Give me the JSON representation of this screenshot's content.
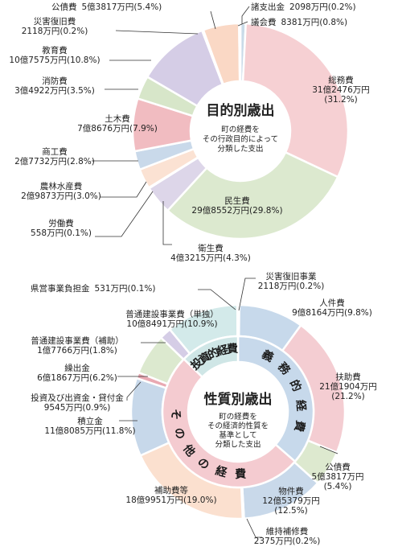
{
  "chart_data": [
    {
      "type": "pie",
      "title": "目的別歳出",
      "subtitle": [
        "町の経費を",
        "その行政目的によって",
        "分類した支出"
      ],
      "slices": [
        {
          "name": "議会費",
          "value_text": "8381万円",
          "pct_text": "(0.8%)",
          "percent": 0.8,
          "color": "#c9dbe8"
        },
        {
          "name": "総務費",
          "value_text": "31億2476万円",
          "pct_text": "(31.2%)",
          "percent": 31.2,
          "color": "#f6d0d3"
        },
        {
          "name": "民生費",
          "value_text": "29億8552万円",
          "pct_text": "(29.8%)",
          "percent": 29.8,
          "color": "#dce9cf"
        },
        {
          "name": "衛生費",
          "value_text": "4億3215万円",
          "pct_text": "(4.3%)",
          "percent": 4.3,
          "color": "#ddd6e9"
        },
        {
          "name": "労働費",
          "value_text": "558万円",
          "pct_text": "(0.1%)",
          "percent": 0.1,
          "color": "#f7d9c4"
        },
        {
          "name": "農林水産費",
          "value_text": "2億9873万円",
          "pct_text": "(3.0%)",
          "percent": 3.0,
          "color": "#fbe2d3"
        },
        {
          "name": "商工費",
          "value_text": "2億7732万円",
          "pct_text": "(2.8%)",
          "percent": 2.8,
          "color": "#c9d9ea"
        },
        {
          "name": "土木費",
          "value_text": "7億8676万円",
          "pct_text": "(7.9%)",
          "percent": 7.9,
          "color": "#f1bcc1"
        },
        {
          "name": "消防費",
          "value_text": "3億4922万円",
          "pct_text": "(3.5%)",
          "percent": 3.5,
          "color": "#d7e6c9"
        },
        {
          "name": "教育費",
          "value_text": "10億7575万円",
          "pct_text": "(10.8%)",
          "percent": 10.8,
          "color": "#d5cde6"
        },
        {
          "name": "災害復旧費",
          "value_text": "2118万円",
          "pct_text": "(0.2%)",
          "percent": 0.2,
          "color": "#e3e0ea"
        },
        {
          "name": "公債費",
          "value_text": "5億3817万円",
          "pct_text": "(5.4%)",
          "percent": 5.4,
          "color": "#fad8c5"
        },
        {
          "name": "諸支出金",
          "value_text": "2098万円",
          "pct_text": "(0.2%)",
          "percent": 0.2,
          "color": "#c5dae9"
        }
      ]
    },
    {
      "type": "pie",
      "title": "性質別歳出",
      "subtitle": [
        "町の経費を",
        "その経済的性質を",
        "基準として",
        "分類した支出"
      ],
      "inner_ring": [
        {
          "name": "義務的経費",
          "percent": 36.4,
          "color": "#c7d9eb"
        },
        {
          "name": "その他の経費",
          "percent": 50.9,
          "color": "#f4cbd0"
        },
        {
          "name": "投資的経費",
          "percent": 12.7,
          "color": "#cfe6e6"
        }
      ],
      "slices": [
        {
          "name": "災害復旧事業",
          "value_text": "2118万円",
          "pct_text": "(0.2%)",
          "percent": 0.2,
          "color": "#cdd9e8"
        },
        {
          "name": "人件費",
          "value_text": "9億8164万円",
          "pct_text": "(9.8%)",
          "percent": 9.8,
          "color": "#c7d9eb"
        },
        {
          "name": "扶助費",
          "value_text": "21億1904万円",
          "pct_text": "(21.2%)",
          "percent": 21.2,
          "color": "#f4cdd2"
        },
        {
          "name": "公債費",
          "value_text": "5億3817万円",
          "pct_text": "(5.4%)",
          "percent": 5.4,
          "color": "#dde9cf"
        },
        {
          "name": "物件費",
          "value_text": "12億5379万円",
          "pct_text": "(12.5%)",
          "percent": 12.5,
          "color": "#c9d9ea"
        },
        {
          "name": "維持補修費",
          "value_text": "2375万円",
          "pct_text": "(0.2%)",
          "percent": 0.2,
          "color": "#f3c7cd"
        },
        {
          "name": "補助費等",
          "value_text": "18億9951万円",
          "pct_text": "(19.0%)",
          "percent": 19.0,
          "color": "#fbe0cf"
        },
        {
          "name": "積立金",
          "value_text": "11億8085万円",
          "pct_text": "(11.8%)",
          "percent": 11.8,
          "color": "#c7d8ea"
        },
        {
          "name": "投資及び出資金・貸付金",
          "value_text": "9545万円",
          "pct_text": "(0.9%)",
          "percent": 0.9,
          "color": "#e9a9b2"
        },
        {
          "name": "繰出金",
          "value_text": "6億1867万円",
          "pct_text": "(6.2%)",
          "percent": 6.2,
          "color": "#dce9cf"
        },
        {
          "name": "普通建設事業費（補助）",
          "value_text": "1億7766万円",
          "pct_text": "(1.8%)",
          "percent": 1.8,
          "color": "#d5cde6"
        },
        {
          "name": "普通建設事業費（単独）",
          "value_text": "10億8491万円",
          "pct_text": "(10.9%)",
          "percent": 10.9,
          "color": "#d3eaea"
        },
        {
          "name": "県営事業負担金",
          "value_text": "531万円",
          "pct_text": "(0.1%)",
          "percent": 0.1,
          "color": "#c9d9ea"
        }
      ]
    }
  ]
}
